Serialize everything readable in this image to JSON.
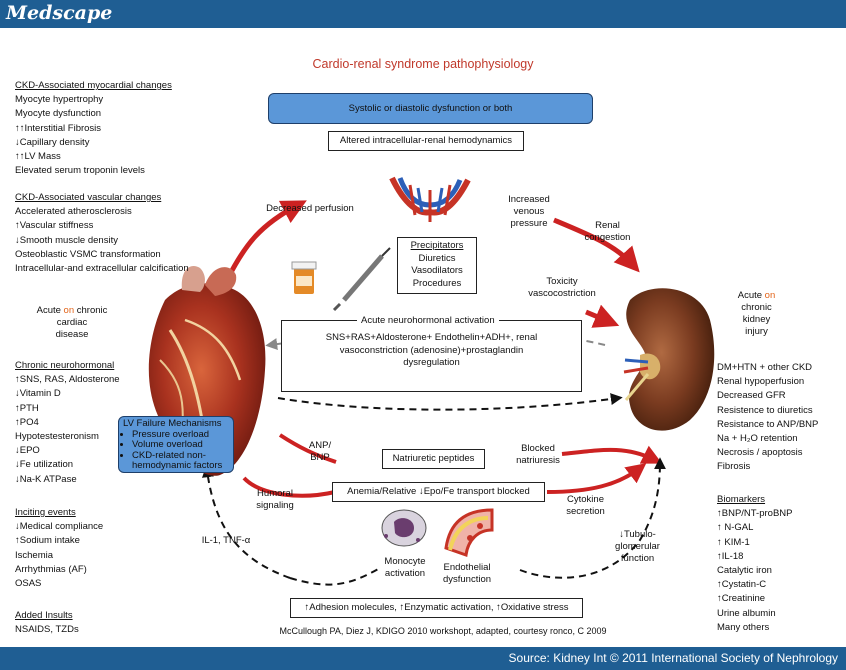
{
  "brand": {
    "logo": "Medscape",
    "source": "Source: Kidney Int © 2011 International Society of Nephrology"
  },
  "title": "Cardio-renal syndrome pathophysiology",
  "top_box": "Systolic or diastolic dysfunction or both",
  "altered_box": "Altered intracellular-renal hemodynamics",
  "left_panel": {
    "myocardial": {
      "heading": "CKD-Associated myocardial changes",
      "items": [
        "Myocyte hypertrophy",
        "Myocyte dysfunction",
        "↑↑Interstitial Fibrosis",
        "↓Capillary density",
        "↑↑LV Mass",
        "Elevated serum troponin levels"
      ]
    },
    "vascular": {
      "heading": "CKD-Associated vascular changes",
      "items": [
        "Accelerated atherosclerosis",
        "↑Vascular stiffness",
        "↓Smooth muscle density",
        "Osteoblastic VSMC transformation",
        "Intracellular-and extracellular calcification"
      ]
    },
    "acute_chronic_cardiac": {
      "pre": "Acute ",
      "on": "on",
      "post": " chronic",
      "l2": "cardiac",
      "l3": "disease"
    },
    "neuro": {
      "heading": "Chronic neurohormonal",
      "items": [
        "↑SNS, RAS, Aldosterone",
        "↓Vitamin D",
        "↑PTH",
        "↑PO4",
        "Hypotestesteronism",
        "↓EPO",
        "↓Fe utilization",
        "↓Na-K ATPase"
      ]
    },
    "inciting": {
      "heading": "Inciting events",
      "items": [
        "↓Medical compliance",
        "↑Sodium intake",
        "Ischemia",
        "Arrhythmias (AF)",
        "OSAS"
      ]
    },
    "insults": {
      "heading": "Added Insults",
      "items": [
        "NSAIDS, TZDs"
      ]
    }
  },
  "right_panel": {
    "acute_chronic_kidney": {
      "pre": "Acute ",
      "on": "on",
      "l2": "chronic",
      "l3": "kidney",
      "l4": "injury"
    },
    "conditions": [
      "DM+HTN + other CKD",
      "Renal hypoperfusion",
      "Decreased GFR",
      "Resistence to diuretics",
      "Resistance to ANP/BNP",
      "Na + H₂O retention",
      "Necrosis / apoptosis",
      "Fibrosis"
    ],
    "biomarkers": {
      "heading": "Biomarkers",
      "items": [
        "↑BNP/NT-proBNP",
        "↑ N-GAL",
        "↑ KIM-1",
        "↑IL-18",
        "Catalytic iron",
        "↑Cystatin-C",
        "↑Creatinine",
        "Urine albumin",
        "Many others"
      ]
    }
  },
  "center": {
    "decreased_perfusion": "Decreased  perfusion",
    "increased_venous": [
      "Increased",
      "venous",
      "pressure"
    ],
    "renal_congestion": [
      "Renal",
      "congestion"
    ],
    "precipitators": {
      "heading": "Precipitators",
      "items": [
        "Diuretics",
        "Vasodilators",
        "Procedures"
      ]
    },
    "toxicity": [
      "Toxicity",
      "vascocostriction"
    ],
    "neuro_box": {
      "heading": "Acute neurohormonal activation",
      "lines": [
        "SNS+RAS+Aldosterone+ Endothelin+ADH+, renal",
        "vasoconstriction (adenosine)+prostaglandin",
        "dysregulation"
      ]
    },
    "lv_failure": {
      "heading": "LV Failure Mechanisms",
      "items": [
        "Pressure overload",
        "Volume overload",
        "CKD-related non-hemodynamic factors"
      ]
    },
    "anp": [
      "ANP/",
      "BNP"
    ],
    "natriuretic": "Natriuretic peptides",
    "blocked": [
      "Blocked",
      "natriuresis"
    ],
    "anemia": "Anemia/Relative ↓Epo/Fe transport blocked",
    "humoral": [
      "Humoral",
      "signaling"
    ],
    "cytokine": [
      "Cytokine",
      "secretion"
    ],
    "il1": "IL-1, TNF-α",
    "monocyte": [
      "Monocyte",
      "activation"
    ],
    "endothelial": [
      "Endothelial",
      "dysfunction"
    ],
    "tubulo": [
      "↓Tubulo-",
      "glomerular",
      "function"
    ],
    "adhesion": "↑Adhesion molecules, ↑Enzymatic activation, ↑Oxidative stress",
    "citation": "McCullough PA, Diez J, KDIGO 2010 workshopt, adapted, courtesy ronco, C 2009"
  },
  "colors": {
    "brand": "#1f5e93",
    "title": "#c0392b",
    "accent_on": "#e2641a",
    "top_box": "#5b97d8",
    "arrow_red": "#cc2222"
  }
}
